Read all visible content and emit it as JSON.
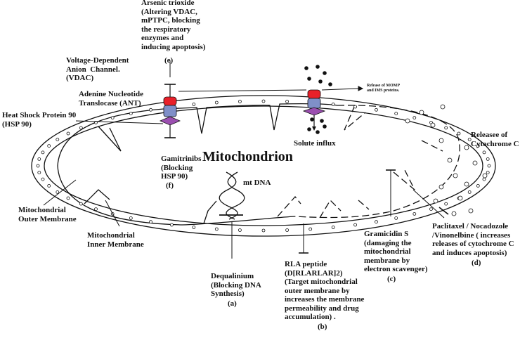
{
  "title": "Mitochondrion",
  "labels": {
    "arsenic": "Arsenic trioxide\n(Altering VDAC,\nmPTPC, blocking\nthe respiratory\nenzymes and\ninducing apoptosis)",
    "arsenic_letter": "(e)",
    "vdac": "Voltage-Dependent\nAnion  Channel.\n(VDAC)",
    "ant": "Adenine Nucleotide\nTranslocase (ANT)",
    "hsp90": "Heat Shock Protein 90\n(HSP 90)",
    "release_momp": "Release of MOMP\nand IMS proteins.",
    "solute_influx": "Solute influx",
    "cytochrome_release": "Releasee of\nCytochrome C",
    "gamitrinibs": "Gamitrinibs\n(Blocking\nHSP 90)",
    "gamitrinibs_letter": "(f)",
    "mtdna": "mt DNA",
    "outer_membrane": "Mitochondrial\nOuter Membrane",
    "inner_membrane": "Mitochondrial\nInner Membrane",
    "dequalinium": "Dequalinium\n(Blocking DNA\nSynthesis)",
    "dequalinium_letter": "(a)",
    "rla": "RLA peptide\n(D[RLARLAR]2)\n(Target mitochondrial\nouter membrane by\nincreases the membrane\npermeability and drug\naccumulation) .",
    "rla_letter": "(b)",
    "gramicidin": "Gramicidin S\n(damaging the\nmitochondrial\nmembrane by\nelectron scavenger)",
    "gramicidin_letter": "(c)",
    "paclitaxel": "Paclitaxel / Nocadozole\n/Vinonelbine ( increases\nreleases of cytochrome C\nand induces apoptosis)",
    "paclitaxel_letter": "(d)"
  },
  "colors": {
    "channel_top": "#e8202a",
    "channel_bottom": "#7f8fc8",
    "hsp_diamond": "#9b4fb0",
    "line": "#111111"
  }
}
